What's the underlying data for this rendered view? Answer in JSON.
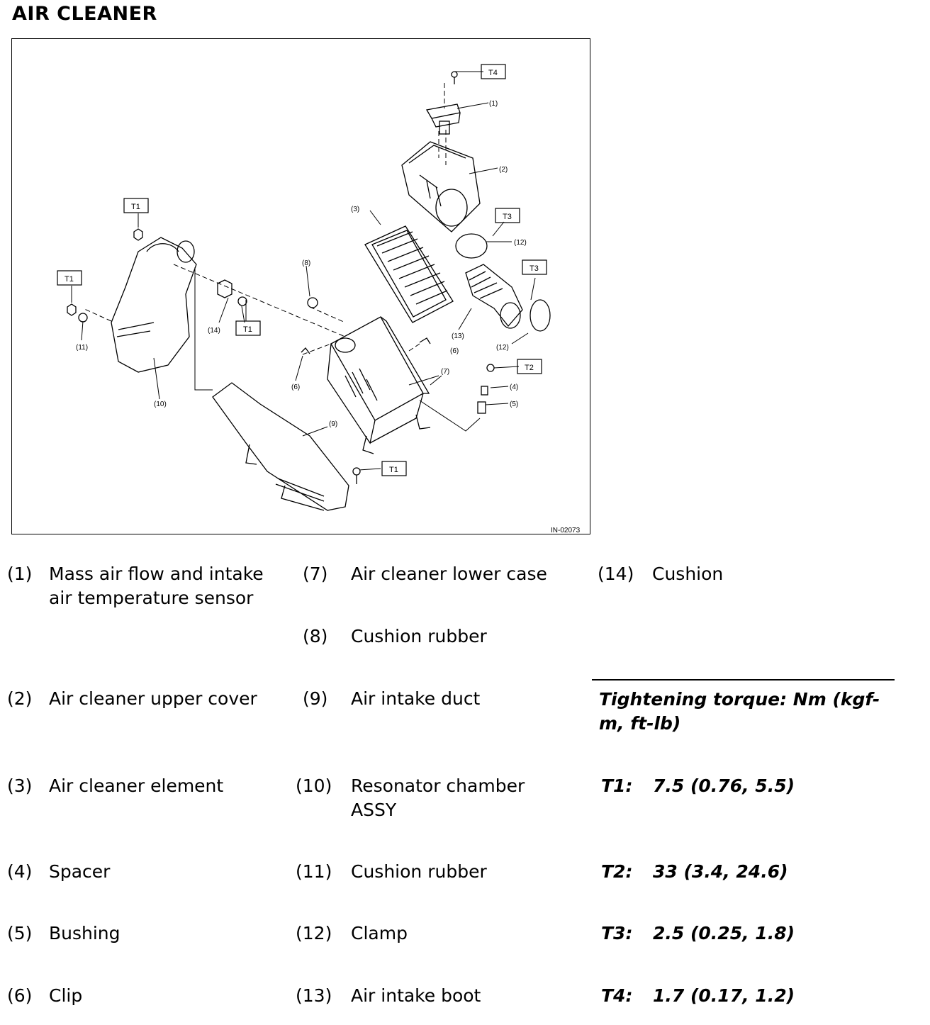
{
  "title": "AIR CLEANER",
  "diagram": {
    "reference_code": "IN-02073",
    "callouts": [
      "(1)",
      "(2)",
      "(3)",
      "(4)",
      "(5)",
      "(6)",
      "(6)",
      "(7)",
      "(8)",
      "(9)",
      "(10)",
      "(11)",
      "(12)",
      "(12)",
      "(13)",
      "(14)"
    ],
    "torque_tags": [
      "T4",
      "T1",
      "T1",
      "T1",
      "T1",
      "T3",
      "T3",
      "T2"
    ]
  },
  "legend": [
    {
      "num": "(1)",
      "text": "Mass air flow and intake air temperature sensor"
    },
    {
      "num": "(2)",
      "text": "Air cleaner upper cover"
    },
    {
      "num": "(3)",
      "text": "Air cleaner element"
    },
    {
      "num": "(4)",
      "text": "Spacer"
    },
    {
      "num": "(5)",
      "text": "Bushing"
    },
    {
      "num": "(6)",
      "text": "Clip"
    },
    {
      "num": "(7)",
      "text": "Air cleaner lower case"
    },
    {
      "num": "(8)",
      "text": "Cushion rubber"
    },
    {
      "num": "(9)",
      "text": "Air intake duct"
    },
    {
      "num": "(10)",
      "text": "Resonator chamber ASSY"
    },
    {
      "num": "(11)",
      "text": "Cushion rubber"
    },
    {
      "num": "(12)",
      "text": "Clamp"
    },
    {
      "num": "(13)",
      "text": "Air intake boot"
    },
    {
      "num": "(14)",
      "text": "Cushion"
    }
  ],
  "torque": {
    "heading": "Tightening torque: Nm (kgf-m, ft-lb)",
    "values": [
      {
        "id": "T1:",
        "value": "7.5 (0.76, 5.5)"
      },
      {
        "id": "T2:",
        "value": "33 (3.4, 24.6)"
      },
      {
        "id": "T3:",
        "value": "2.5 (0.25, 1.8)"
      },
      {
        "id": "T4:",
        "value": "1.7 (0.17, 1.2)"
      }
    ]
  }
}
